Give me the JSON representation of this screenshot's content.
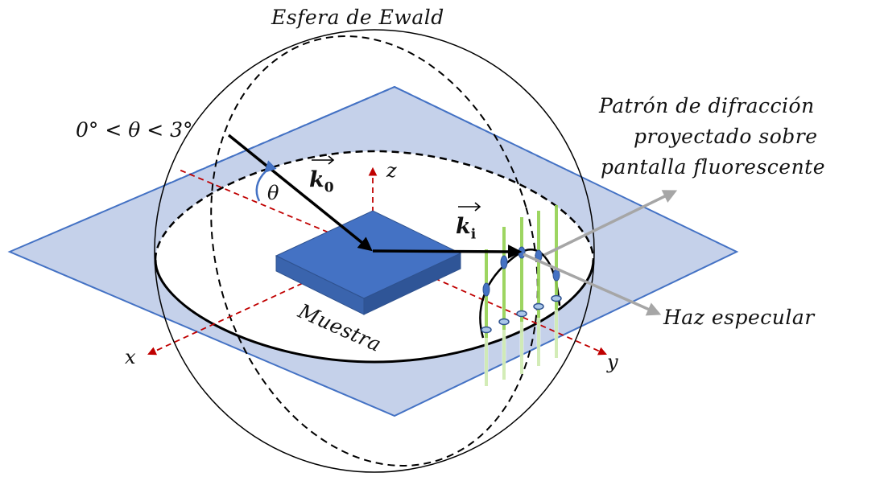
{
  "title": "Esfera de Ewald",
  "angle_range": "0° < θ < 3°",
  "theta_label": "θ",
  "incident_vector": {
    "name": "k",
    "subscript": "0"
  },
  "scattered_vector": {
    "name": "k",
    "subscript": "i"
  },
  "axes": {
    "x": "x",
    "y": "y",
    "z": "z"
  },
  "sample_label": "Muestra",
  "pattern_label": [
    "Patrón de difracción",
    "proyectado sobre",
    "pantalla fluorescente"
  ],
  "specular_label": "Haz especular",
  "colors": {
    "plane_fill": "#c5d1ea",
    "plane_stroke": "#4472c4",
    "sample": "#4472c4",
    "rods": "#92d050",
    "spots": "#4472c4",
    "axes": "#c00000",
    "arrows_gray": "#a6a6a6"
  }
}
